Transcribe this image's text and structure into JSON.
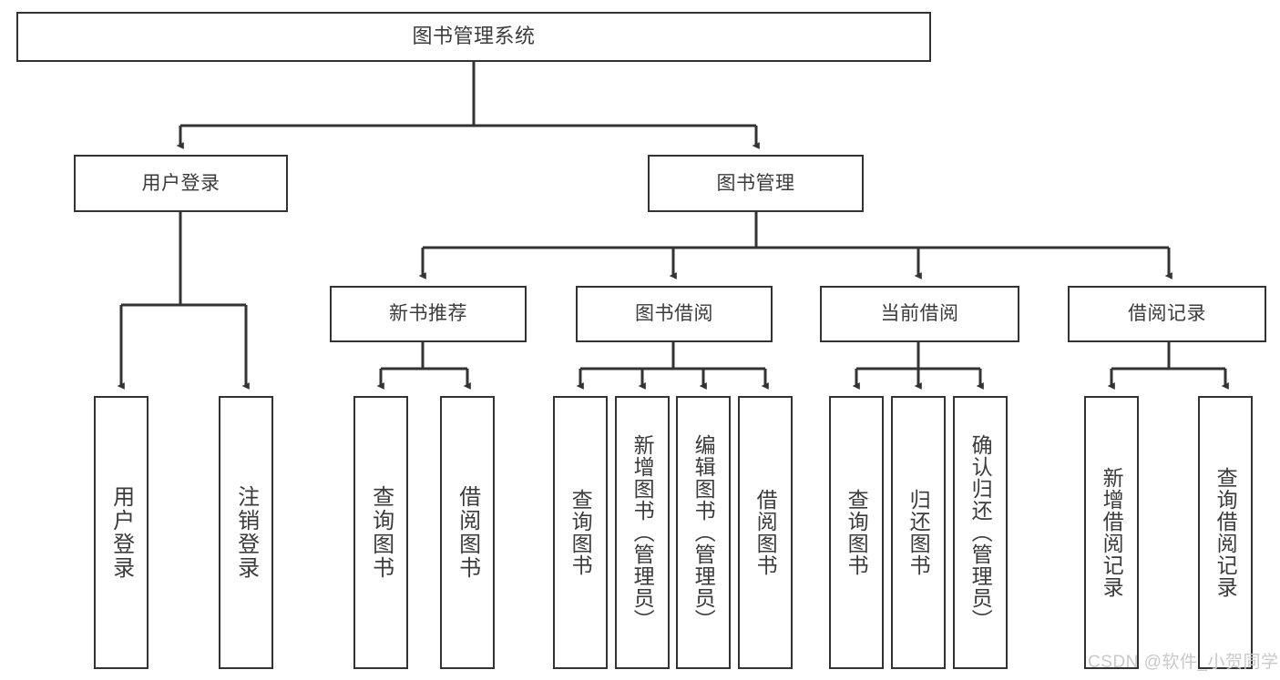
{
  "diagram": {
    "title": "图书管理系统",
    "type": "tree-hierarchy-chart",
    "colors": {
      "background": "#ffffff",
      "box_border": "#333333",
      "box_fill": "#ffffff",
      "text": "#3b3b3b",
      "connector": "#333333",
      "watermark": "#c9c9c9"
    },
    "root": {
      "label": "图书管理系统"
    },
    "level2": [
      {
        "label": "用户登录"
      },
      {
        "label": "图书管理"
      }
    ],
    "level3": [
      {
        "label": "新书推荐"
      },
      {
        "label": "图书借阅"
      },
      {
        "label": "当前借阅"
      },
      {
        "label": "借阅记录"
      }
    ],
    "leaves": {
      "user_login": [
        {
          "label": "用户登录"
        },
        {
          "label": "注销登录"
        }
      ],
      "new_book_recommend": [
        {
          "label": "查询图书"
        },
        {
          "label": "借阅图书"
        }
      ],
      "book_borrow": [
        {
          "label": "查询图书"
        },
        {
          "label": "新增图书（管理员）"
        },
        {
          "label": "编辑图书（管理员）"
        },
        {
          "label": "借阅图书"
        }
      ],
      "current_borrow": [
        {
          "label": "查询图书"
        },
        {
          "label": "归还图书"
        },
        {
          "label": "确认归还（管理员）"
        }
      ],
      "borrow_record": [
        {
          "label": "新增借阅记录"
        },
        {
          "label": "查询借阅记录"
        }
      ]
    },
    "watermark": "CSDN @软件_小贺同学"
  }
}
